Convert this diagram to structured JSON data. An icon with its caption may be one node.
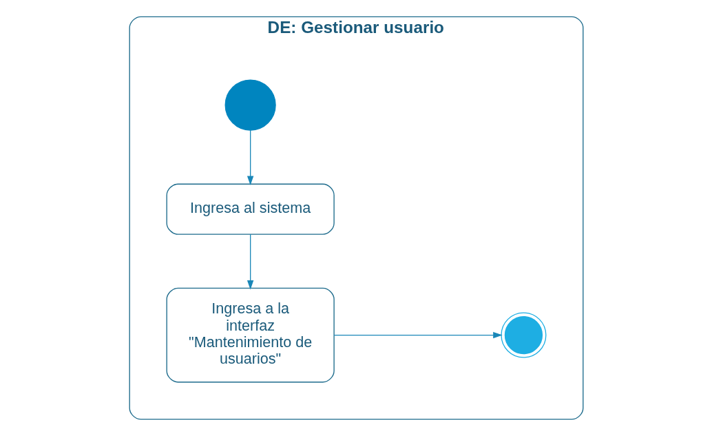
{
  "diagram": {
    "nodes": [
      {
        "text": [
          "DE: Gestionar usuario"
        ]
      },
      {
        "text": [],
        "shape": "circle",
        "in": 0
      },
      {
        "text": [
          "Ingresa al sistema"
        ],
        "in": 0
      },
      {
        "text": [
          "Ingresa a la interfaz \"Mantenimiento de usuarios\""
        ],
        "in": 0
      },
      {
        "text": [],
        "shape": "circle",
        "in": 0
      }
    ],
    "edges": [
      {
        "from": 1,
        "to": 2,
        "arrow": "to"
      },
      {
        "from": 2,
        "to": 3,
        "arrow": "to"
      },
      {
        "from": 3,
        "to": 4,
        "arrow": "to"
      }
    ]
  }
}
